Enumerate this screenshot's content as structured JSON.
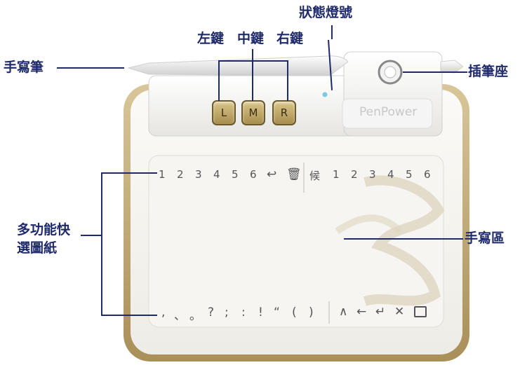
{
  "labels": {
    "pen": "手寫筆",
    "status_light": "狀態燈號",
    "left_key": "左鍵",
    "middle_key": "中鍵",
    "right_key": "右鍵",
    "pen_holder": "插筆座",
    "multi_function_line1": "多功能快",
    "multi_function_line2": "選圖紙",
    "writing_area": "手寫區"
  },
  "buttons": {
    "left": "L",
    "middle": "M",
    "right": "R"
  },
  "brand": "PenPower",
  "top_row": {
    "numbers": [
      "1",
      "2",
      "3",
      "4",
      "5",
      "6"
    ],
    "candidate": "候",
    "candidate_numbers": [
      "1",
      "2",
      "3",
      "4",
      "5",
      "6"
    ]
  },
  "bottom_row": {
    "punctuation": [
      ",",
      "、",
      "。",
      "?",
      ";",
      ":",
      "!",
      "“",
      "(",
      ")"
    ]
  },
  "icons": [
    "back-arrow-icon",
    "trash-icon",
    "caret-up-icon",
    "left-arrow-icon",
    "enter-icon",
    "close-icon",
    "edit-icon"
  ],
  "colors": {
    "callout": "#1f2a6b",
    "tablet_frame": "#b39b66",
    "buttons": "#c4aa68"
  }
}
